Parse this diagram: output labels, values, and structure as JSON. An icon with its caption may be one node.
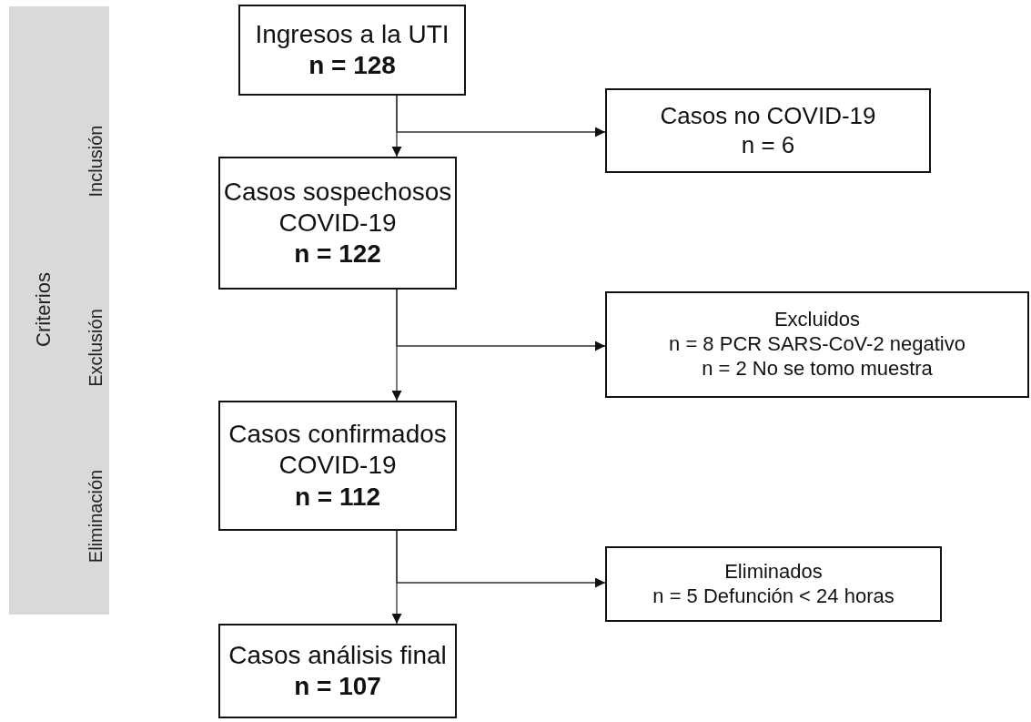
{
  "diagram": {
    "nodes": [
      {
        "text": [
          "Criterios",
          "Inclusión",
          "Exclusión",
          "Eliminación"
        ]
      },
      {
        "text": [
          "Ingresos a la UTI",
          "n = 128"
        ]
      },
      {
        "text": [
          "Casos no COVID-19",
          "n = 6"
        ]
      },
      {
        "text": [
          "Casos sospechosos COVID-19",
          "n = 122"
        ]
      },
      {
        "text": [
          "Excluidos",
          "n = 8 PCR SARS-CoV-2 negativo",
          "n = 2 No se tomo muestra"
        ]
      },
      {
        "text": [
          "Casos confirmados COVID-19",
          "n = 112"
        ]
      },
      {
        "text": [
          "Eliminados",
          "n = 5 Defunción < 24 horas"
        ]
      },
      {
        "text": [
          "Casos análisis final",
          "n = 107"
        ]
      }
    ],
    "edges": [
      {
        "from": 1,
        "to": 3,
        "arrow": "to"
      },
      {
        "from": 1,
        "to": 2,
        "arrow": "to"
      },
      {
        "from": 3,
        "to": 5,
        "arrow": "to"
      },
      {
        "from": 3,
        "to": 4,
        "arrow": "to"
      },
      {
        "from": 5,
        "to": 7,
        "arrow": "to"
      },
      {
        "from": 5,
        "to": 6,
        "arrow": "to"
      }
    ]
  }
}
